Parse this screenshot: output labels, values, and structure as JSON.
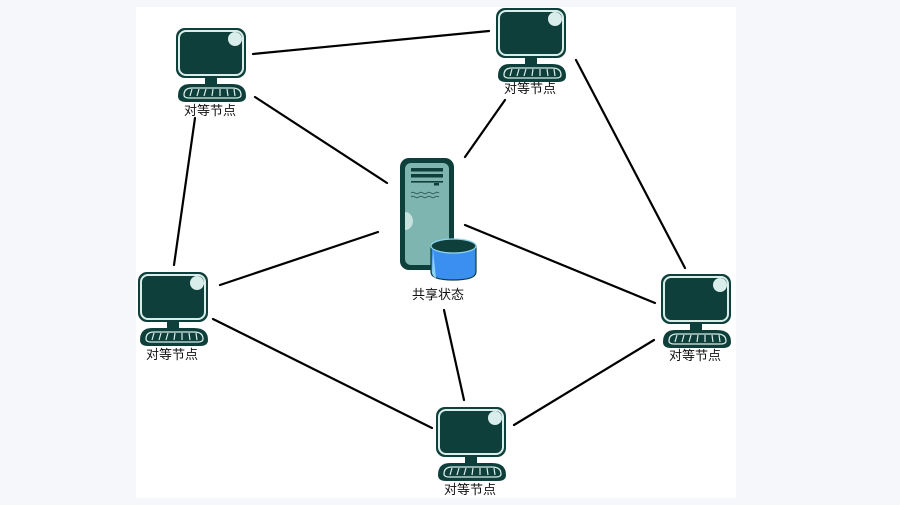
{
  "diagram": {
    "title": "",
    "center": {
      "id": "shared-state",
      "label": "共享状态",
      "icon": "server-database-icon"
    },
    "nodes": [
      {
        "id": "peer-top-left",
        "label": "对等节点",
        "icon": "computer-icon"
      },
      {
        "id": "peer-top-right",
        "label": "对等节点",
        "icon": "computer-icon"
      },
      {
        "id": "peer-mid-left",
        "label": "对等节点",
        "icon": "computer-icon"
      },
      {
        "id": "peer-mid-right",
        "label": "对等节点",
        "icon": "computer-icon"
      },
      {
        "id": "peer-bottom",
        "label": "对等节点",
        "icon": "computer-icon"
      }
    ],
    "edges": [
      {
        "from": "peer-top-left",
        "to": "peer-top-right"
      },
      {
        "from": "peer-top-left",
        "to": "shared-state"
      },
      {
        "from": "peer-top-left",
        "to": "peer-mid-left"
      },
      {
        "from": "peer-top-right",
        "to": "shared-state"
      },
      {
        "from": "peer-top-right",
        "to": "peer-mid-right"
      },
      {
        "from": "peer-mid-left",
        "to": "shared-state"
      },
      {
        "from": "peer-mid-left",
        "to": "peer-bottom"
      },
      {
        "from": "shared-state",
        "to": "peer-mid-right"
      },
      {
        "from": "shared-state",
        "to": "peer-bottom"
      },
      {
        "from": "peer-bottom",
        "to": "peer-mid-right"
      }
    ],
    "colors": {
      "computer_body": "#0f3f3a",
      "computer_highlight": "#d9eeea",
      "server_body": "#7fb5b0",
      "server_outline": "#0f3f3a",
      "database_blue": "#3b8ff0",
      "database_light": "#8fd3f2",
      "database_top": "#0f3f3a",
      "link": "#000000",
      "canvas": "#ffffff",
      "background": "#f5f7fb"
    }
  }
}
